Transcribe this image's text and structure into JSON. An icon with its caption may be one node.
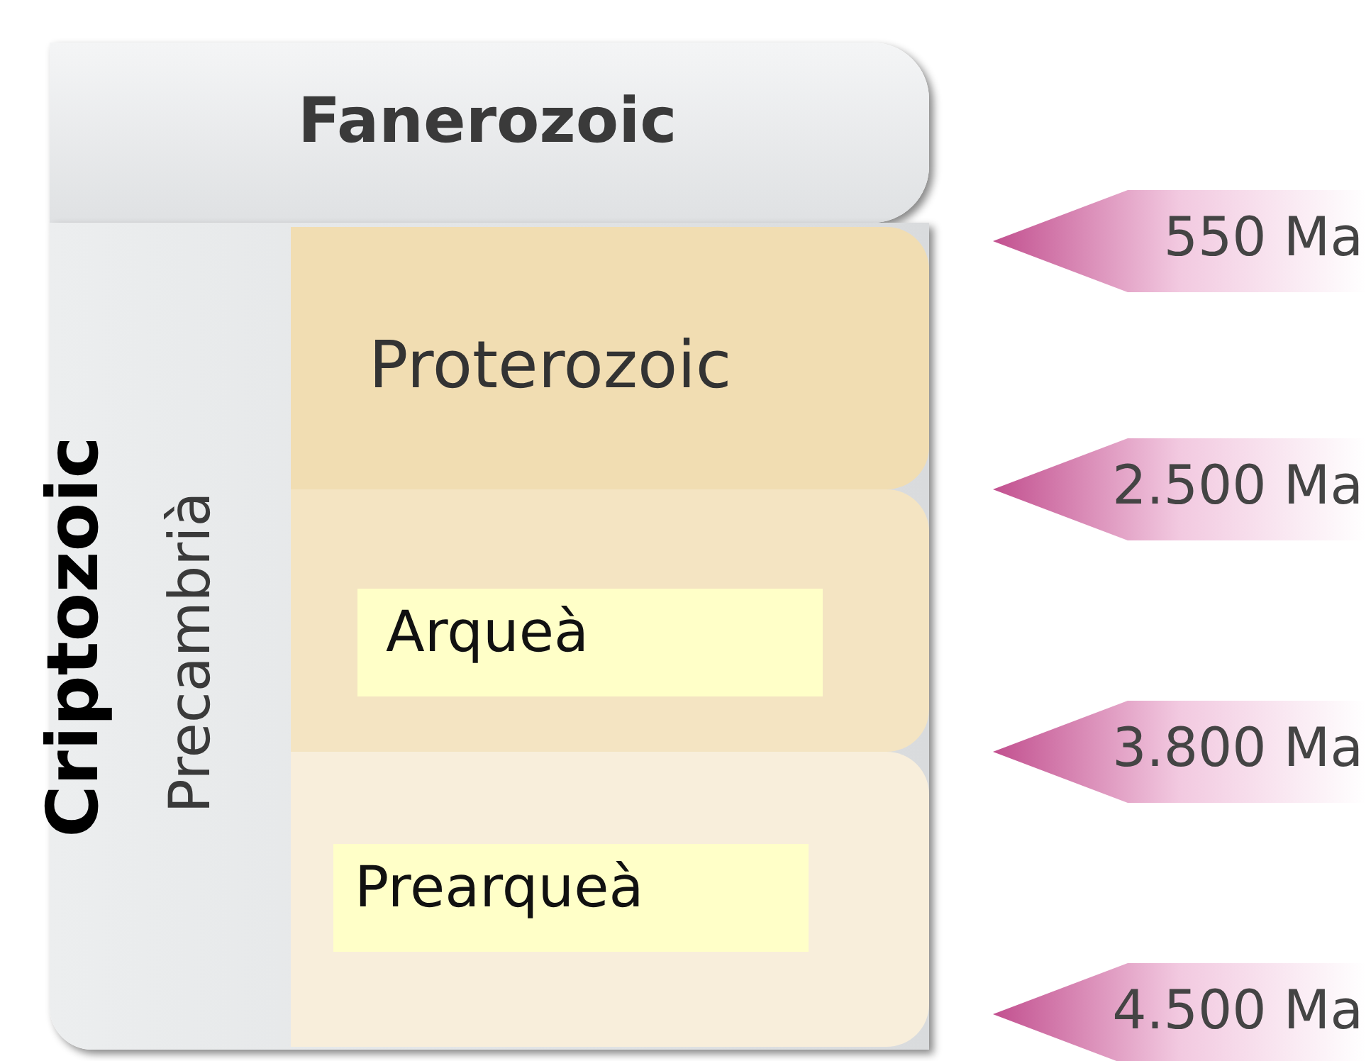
{
  "diagram": {
    "nodes": [
      {
        "text": [
          "Fanerozoic"
        ]
      },
      {
        "text": [
          "Precambrià"
        ],
        "beside": [
          "Criptozoic"
        ]
      },
      {
        "text": [
          "Proterozoic"
        ],
        "in": 1
      },
      {
        "text": [
          "Arqueà"
        ],
        "in": 1
      },
      {
        "text": [
          "Prearqueà"
        ],
        "in": 1
      }
    ],
    "edges": [],
    "labels": [
      "550 Ma",
      "2.500 Ma",
      "3.800 Ma",
      "4.500 Ma"
    ]
  }
}
